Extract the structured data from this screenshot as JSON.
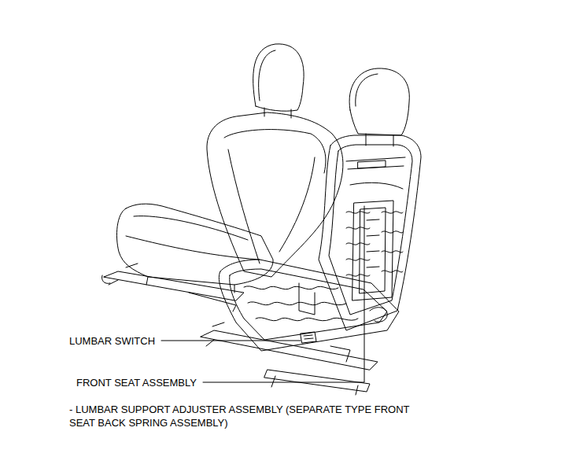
{
  "diagram": {
    "labels": [
      "LUMBAR SWITCH",
      "FRONT SEAT ASSEMBLY",
      "- LUMBAR SUPPORT ADJUSTER ASSEMBLY (SEPARATE TYPE FRONT SEAT BACK SPRING ASSEMBLY)"
    ]
  }
}
